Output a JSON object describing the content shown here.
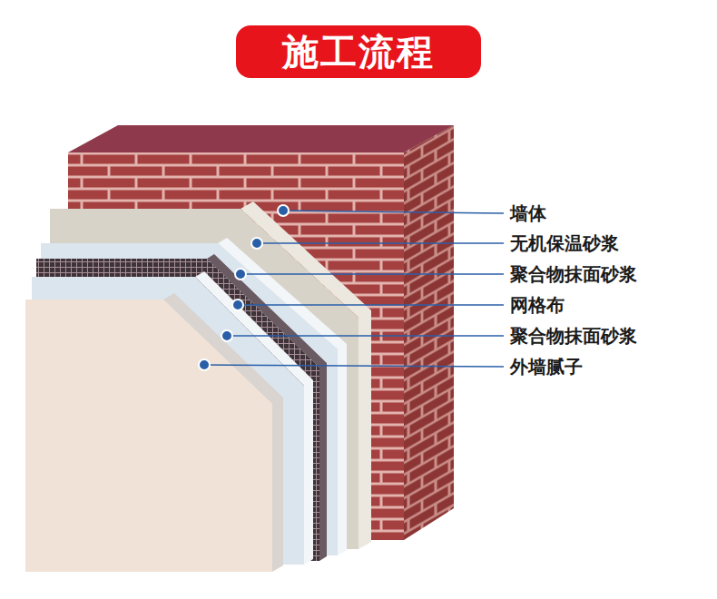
{
  "diagram": {
    "title": "施工流程",
    "labels": [
      "墙体",
      "无机保温砂浆",
      "聚合物抹面砂浆",
      "网格布",
      "聚合物抹面砂浆",
      "外墙腻子"
    ]
  }
}
